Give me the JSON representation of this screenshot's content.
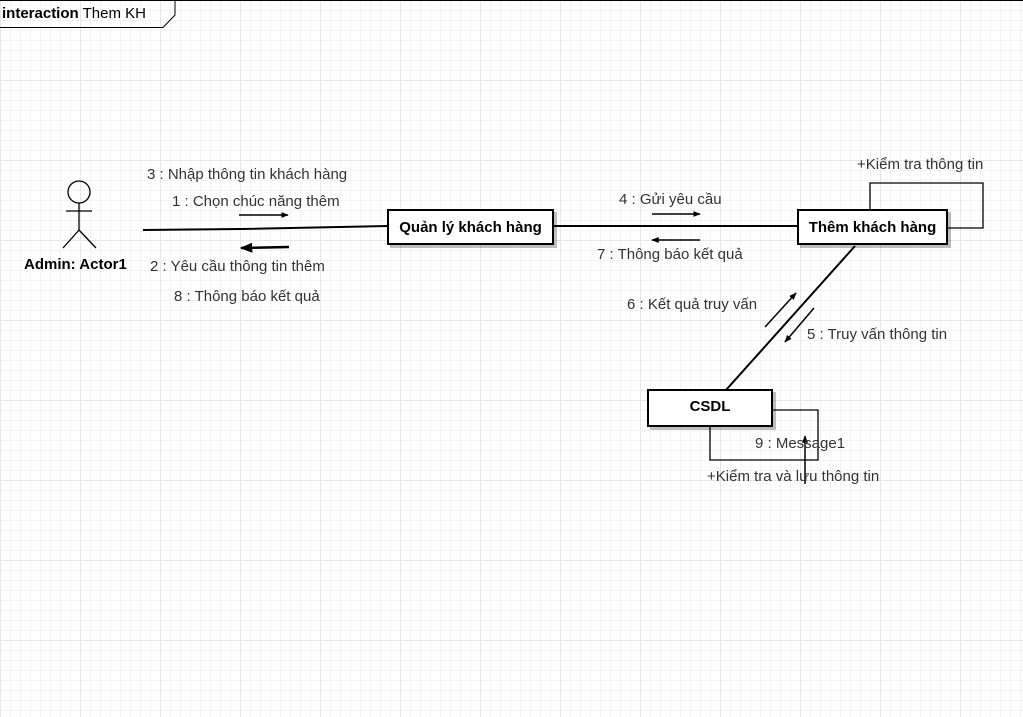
{
  "frame": {
    "keyword": "interaction",
    "name": "Them KH"
  },
  "actor": {
    "name": "Admin: Actor1"
  },
  "objects": {
    "quanly": "Quản lý khách hàng",
    "them": "Thêm khách hàng",
    "csdl": "CSDL"
  },
  "messages": {
    "m1": "1 : Chọn chúc năng thêm",
    "m2": "2 : Yêu cầu thông tin thêm",
    "m3": "3 : Nhập thông tin khách hàng",
    "m4": "4 : Gửi yêu cầu",
    "m5": "5 : Truy vấn thông tin",
    "m6": "6 : Kết quả truy vấn",
    "m7": "7 : Thông báo kết quả",
    "m8": "8 : Thông báo kết quả",
    "m9": "9 : Message1"
  },
  "self_links": {
    "them": "+Kiểm tra thông tin",
    "csdl": "+Kiểm tra và lưu thông tin"
  }
}
